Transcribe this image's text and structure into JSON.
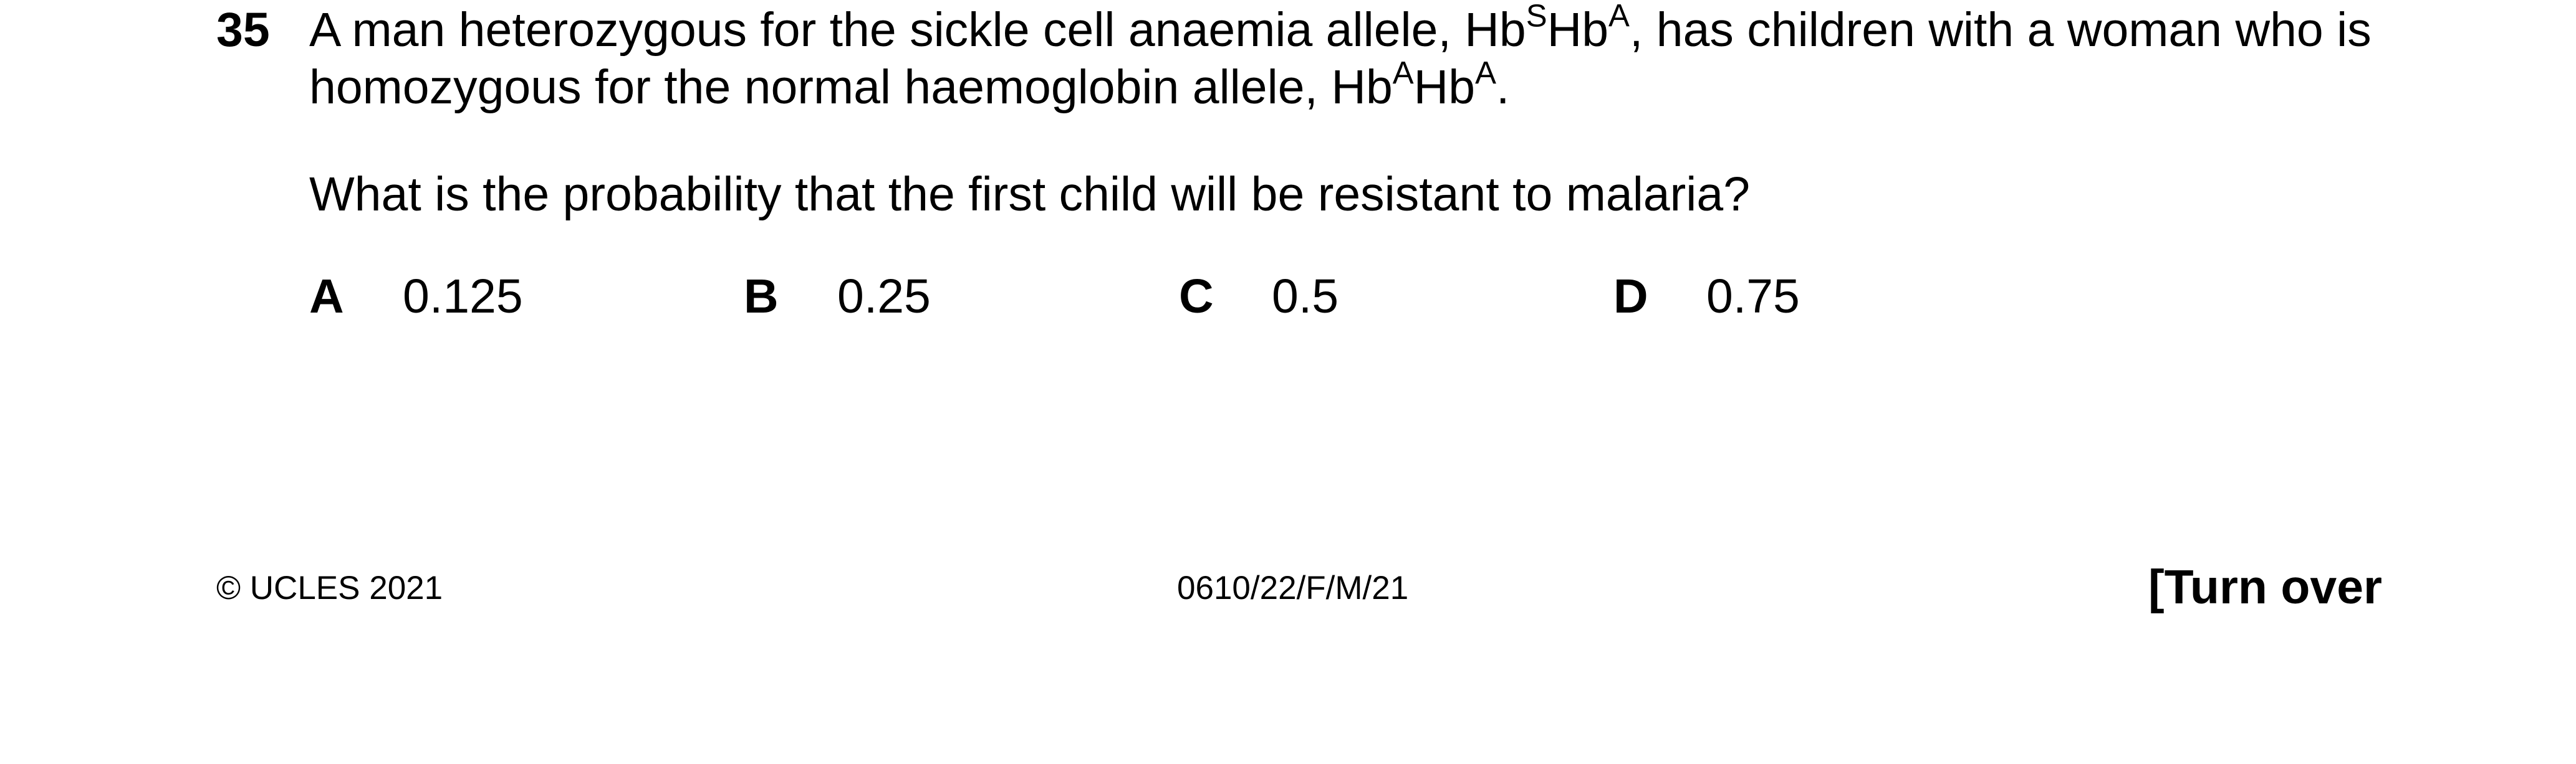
{
  "question": {
    "number": "35",
    "stem_part1": "A man heterozygous for the sickle cell anaemia allele, Hb",
    "allele_s": "S",
    "stem_part2": "Hb",
    "allele_a1": "A",
    "stem_part3": ", has children with a woman who is",
    "stem_part4": "homozygous for the normal haemoglobin allele, Hb",
    "allele_a2": "A",
    "stem_part5": "Hb",
    "allele_a3": "A",
    "stem_part6": ".",
    "prompt": "What is the probability that the first child will be resistant to malaria?"
  },
  "options": [
    {
      "letter": "A",
      "value": "0.125"
    },
    {
      "letter": "B",
      "value": "0.25"
    },
    {
      "letter": "C",
      "value": "0.5"
    },
    {
      "letter": "D",
      "value": "0.75"
    }
  ],
  "footer": {
    "copyright": "© UCLES 2021",
    "code": "0610/22/F/M/21",
    "turn_over": "[Turn over"
  }
}
